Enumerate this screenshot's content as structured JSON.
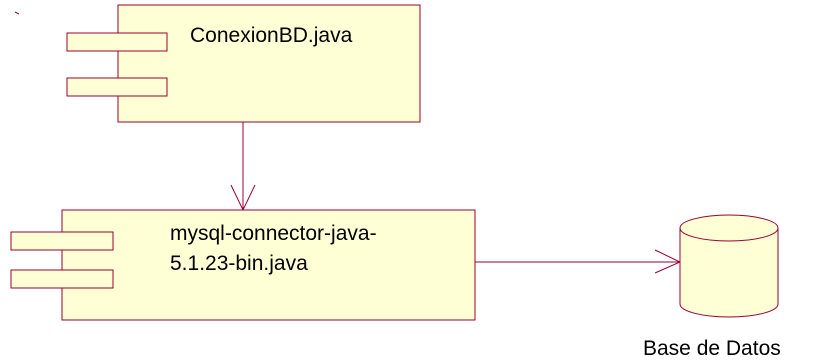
{
  "colors": {
    "component_fill": "#ffffd6",
    "stroke": "#990033",
    "text": "#000000"
  },
  "diagram": {
    "components": [
      {
        "id": "conexion",
        "label_lines": [
          "ConexionBD.java"
        ]
      },
      {
        "id": "connector",
        "label_lines": [
          "mysql-connector-java-",
          "5.1.23-bin.java"
        ]
      }
    ],
    "database": {
      "label": "Base de Datos"
    },
    "relations": [
      {
        "from": "conexion",
        "to": "connector",
        "type": "dependency"
      },
      {
        "from": "connector",
        "to": "database",
        "type": "dependency"
      }
    ]
  }
}
